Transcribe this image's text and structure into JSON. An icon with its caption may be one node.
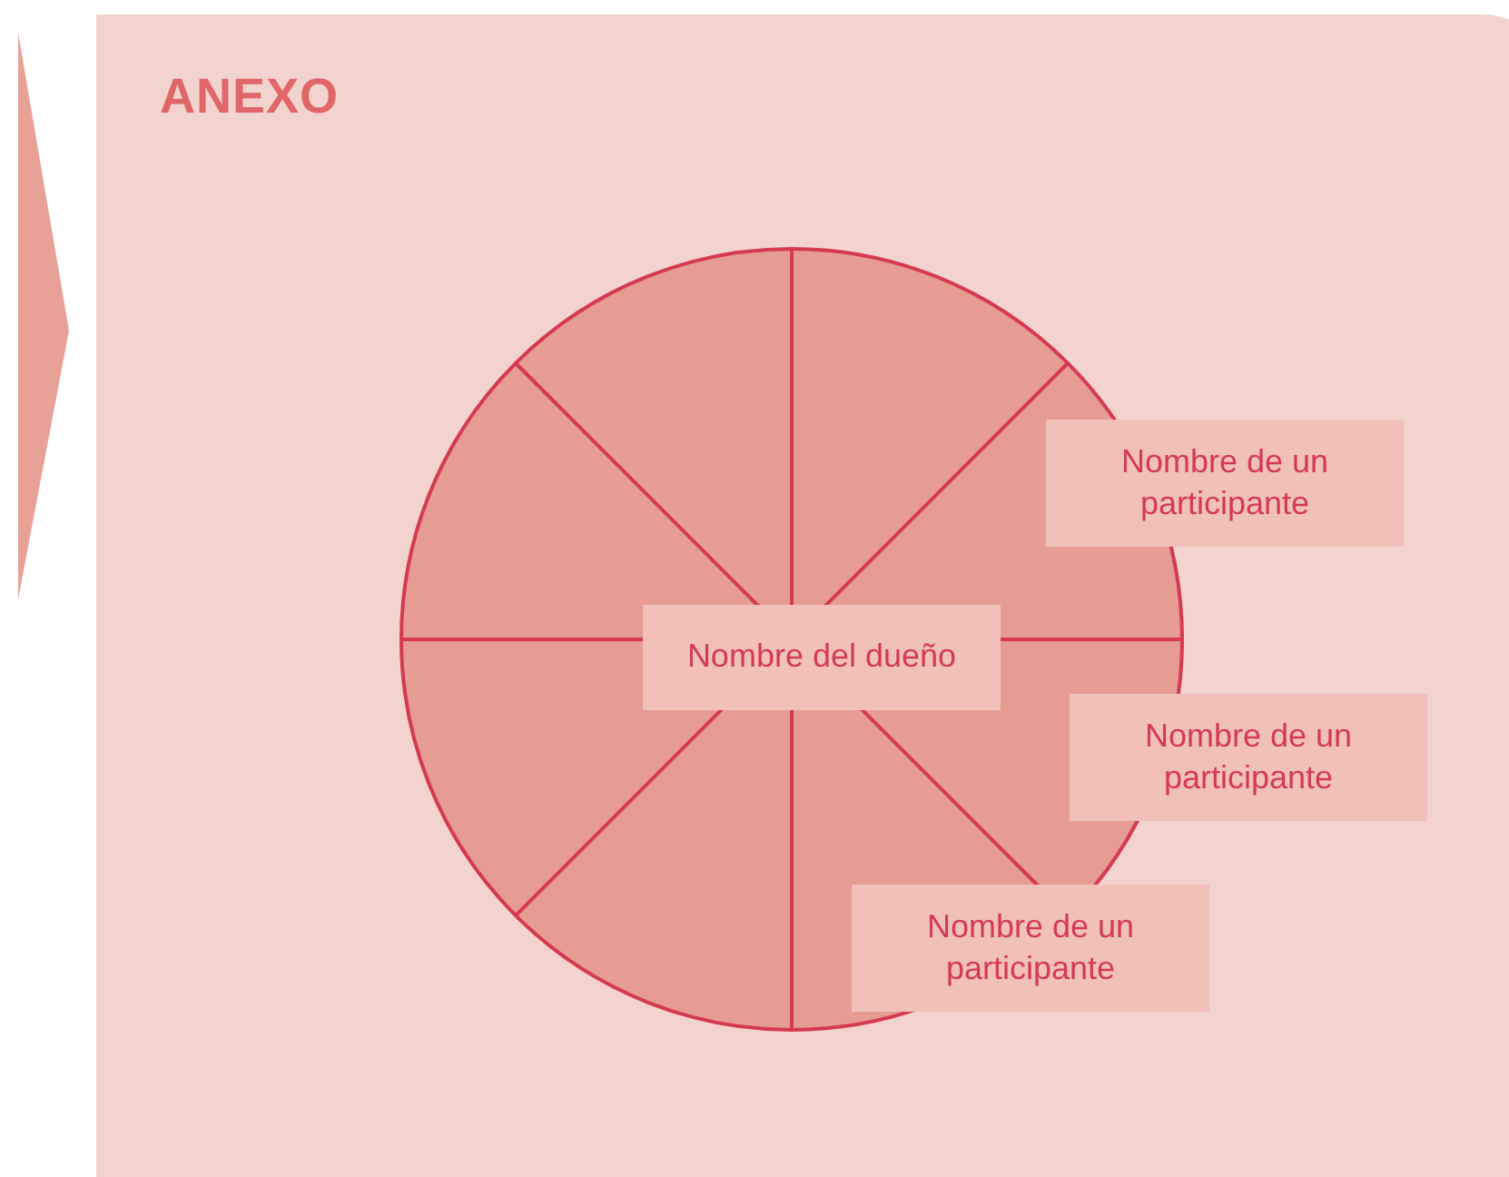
{
  "diagram": {
    "title": "ANEXO",
    "nodes": [
      {
        "text": [
          "Nombre del dueño"
        ]
      },
      {
        "text": [
          "Nombre de un participante"
        ]
      },
      {
        "text": [
          "Nombre de un participante"
        ]
      },
      {
        "text": [
          "Nombre de un participante"
        ]
      }
    ]
  }
}
